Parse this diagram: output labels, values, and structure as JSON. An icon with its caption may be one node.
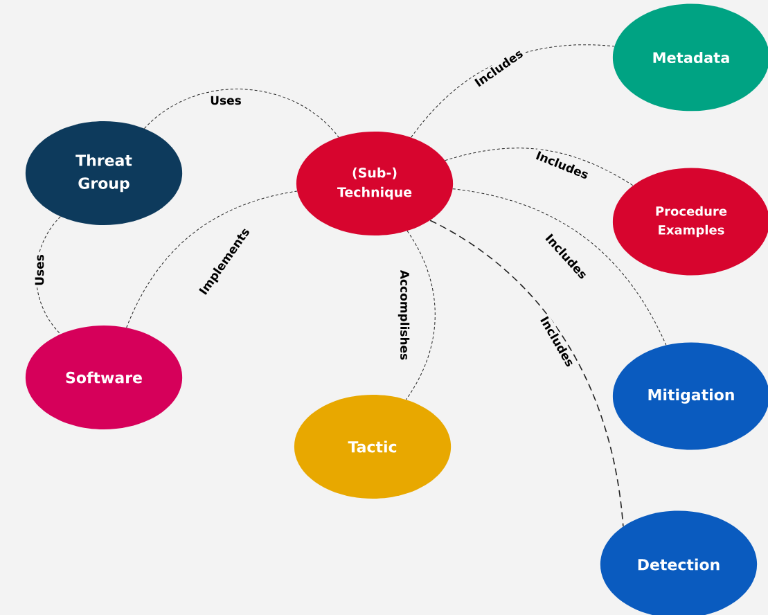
{
  "diagram": {
    "nodes": [
      {
        "text": [
          "Threat Group"
        ]
      },
      {
        "text": [
          "(Sub-) Technique"
        ]
      },
      {
        "text": [
          "Metadata"
        ]
      },
      {
        "text": [
          "Procedure Examples"
        ]
      },
      {
        "text": [
          "Software"
        ]
      },
      {
        "text": [
          "Tactic"
        ]
      },
      {
        "text": [
          "Mitigation"
        ]
      },
      {
        "text": [
          "Detection"
        ]
      }
    ],
    "edges": [
      {
        "from": 0,
        "to": 1,
        "arrow": "none",
        "label": "Uses"
      },
      {
        "from": 0,
        "to": 4,
        "arrow": "none",
        "label": "Uses"
      },
      {
        "from": 4,
        "to": 1,
        "arrow": "none",
        "label": "Implements"
      },
      {
        "from": 1,
        "to": 5,
        "arrow": "none",
        "label": "Accomplishes"
      },
      {
        "from": 1,
        "to": 2,
        "arrow": "none",
        "label": "Includes"
      },
      {
        "from": 1,
        "to": 3,
        "arrow": "none",
        "label": "Includes"
      },
      {
        "from": 1,
        "to": 6,
        "arrow": "none",
        "label": "Includes"
      },
      {
        "from": 1,
        "to": 7,
        "arrow": "none",
        "label": "Includes",
        "style": "dashed"
      }
    ]
  }
}
